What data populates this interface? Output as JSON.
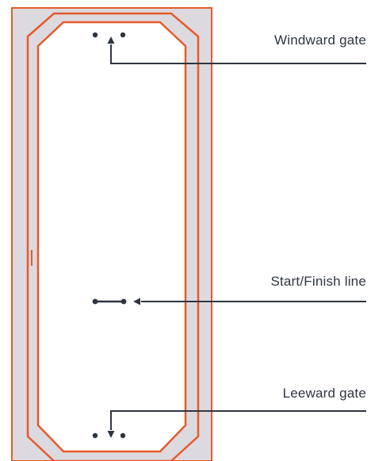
{
  "labels": {
    "windward_gate": "Windward gate",
    "start_finish_line": "Start/Finish line",
    "leeward_gate": "Leeward gate"
  },
  "colors": {
    "course_band_fill": "#dcdadf",
    "course_outline": "#e65a2c",
    "leader_lines": "#2f3540",
    "marks": "#2f3540"
  }
}
